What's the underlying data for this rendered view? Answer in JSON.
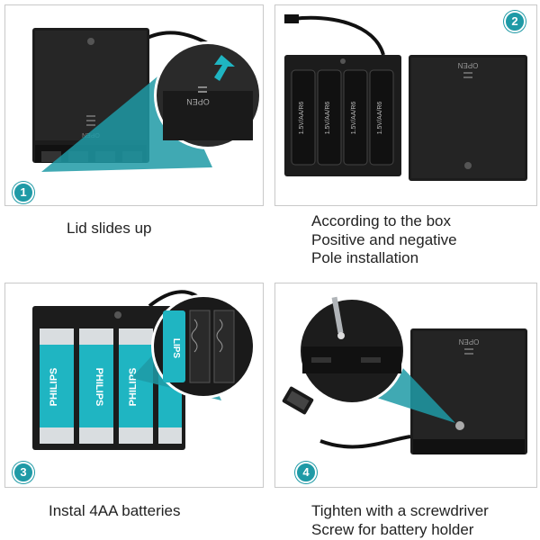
{
  "steps": [
    {
      "number": "1",
      "caption_lines": [
        "Lid slides up"
      ]
    },
    {
      "number": "2",
      "caption_lines": [
        "According to the box",
        "Positive and negative",
        "Pole installation"
      ]
    },
    {
      "number": "3",
      "caption_lines": [
        "Instal 4AA batteries"
      ]
    },
    {
      "number": "4",
      "caption_lines": [
        "Tighten with a screwdriver",
        "Screw for battery holder"
      ]
    }
  ],
  "product_marks": {
    "lid_label": "OPEN",
    "cell_label": "1.5V/AA/R6",
    "battery_brand": "PHILIPS"
  },
  "colors": {
    "accent": "#1f9aa6",
    "battery_teal": "#1fb5c2",
    "battery_silver": "#d9dde0",
    "holder_black": "#1c1c1c"
  }
}
